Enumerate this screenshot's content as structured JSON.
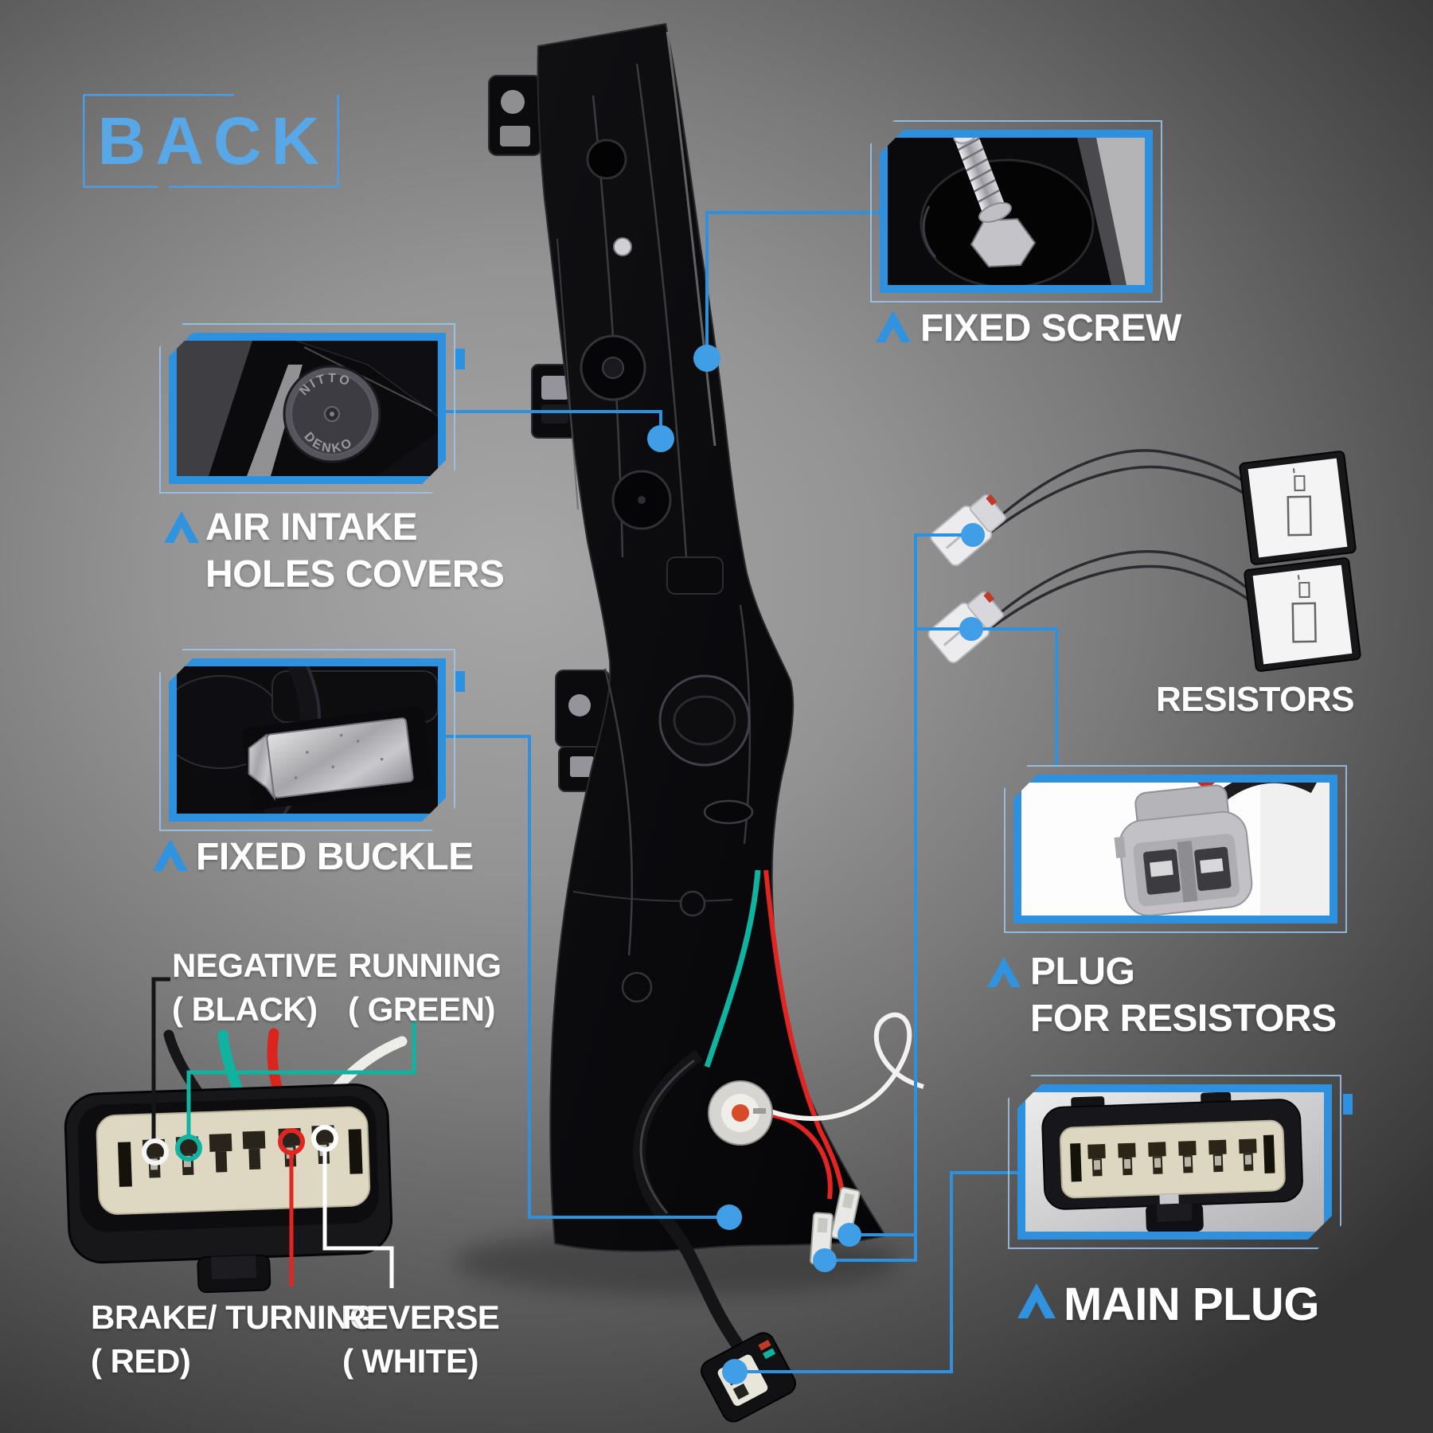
{
  "title": {
    "label": "BACK"
  },
  "callouts": {
    "fixed_screw": {
      "label": "FIXED SCREW"
    },
    "air_intake": {
      "line1": "AIR INTAKE",
      "line2": "HOLES COVERS"
    },
    "fixed_buckle": {
      "label": "FIXED BUCKLE"
    },
    "resistors": {
      "label": "RESISTORS"
    },
    "plug_for_resistors": {
      "line1": "PLUG",
      "line2": "FOR RESISTORS"
    },
    "main_plug": {
      "label": "MAIN PLUG"
    }
  },
  "wire_labels": {
    "negative": {
      "line1": "NEGATIVE",
      "line2": "( BLACK)"
    },
    "running": {
      "line1": "RUNNING",
      "line2": "( GREEN)"
    },
    "brake_turning": {
      "line1": "BRAKE/ TURNING",
      "line2": "( RED)"
    },
    "reverse": {
      "line1": "REVERSE",
      "line2": "( WHITE)"
    }
  },
  "photo_text": {
    "cap_top": "NITTO",
    "cap_bottom": "DENKO"
  },
  "colors": {
    "accent_blue": "#2e91e0",
    "dot_blue": "#3f9ee6",
    "title_blue": "#58a7e6",
    "label_white": "#ffffff",
    "wire_black": "#161616",
    "wire_green": "#0fb3a0",
    "wire_red": "#e02522",
    "wire_white": "#ffffff",
    "connector_face_cream": "#ddd7c2"
  },
  "icons": {
    "callout_arrow": "chevron-up-icon"
  }
}
